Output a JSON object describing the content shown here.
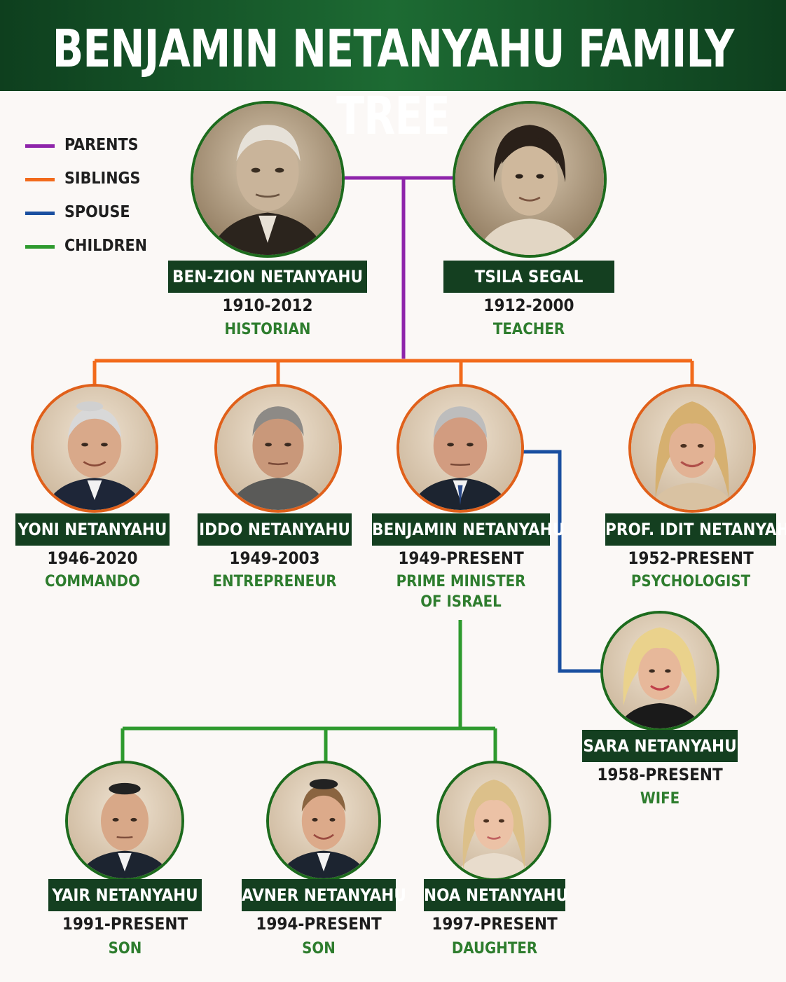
{
  "title": "BENJAMIN NETANYAHU FAMILY TREE",
  "colors": {
    "parents": "#8e24aa",
    "siblings": "#f26a1b",
    "spouse": "#1a4fa0",
    "children": "#2e9a2e",
    "name_bg": "#143f20",
    "role_text": "#2e7d2e"
  },
  "legend": [
    {
      "label": "PARENTS",
      "color": "#8e24aa"
    },
    {
      "label": "SIBLINGS",
      "color": "#f26a1b"
    },
    {
      "label": "SPOUSE",
      "color": "#1a4fa0"
    },
    {
      "label": "CHILDREN",
      "color": "#2e9a2e"
    }
  ],
  "people": {
    "benzion": {
      "name": "BEN-ZION NETANYAHU",
      "years": "1910-2012",
      "role": "HISTORIAN"
    },
    "tsila": {
      "name": "TSILA SEGAL",
      "years": "1912-2000",
      "role": "TEACHER"
    },
    "yoni": {
      "name": "YONI NETANYAHU",
      "years": "1946-2020",
      "role": "COMMANDO"
    },
    "iddo": {
      "name": "IDDO NETANYAHU",
      "years": "1949-2003",
      "role": "ENTREPRENEUR"
    },
    "benjamin": {
      "name": "BENJAMIN NETANYAHU",
      "years": "1949-PRESENT",
      "role_line1": "PRIME MINISTER",
      "role_line2": "OF ISRAEL"
    },
    "idit": {
      "name": "PROF. IDIT NETANYAHU",
      "years": "1952-PRESENT",
      "role": "PSYCHOLOGIST"
    },
    "sara": {
      "name": "SARA NETANYAHU",
      "years": "1958-PRESENT",
      "role": "WIFE"
    },
    "yair": {
      "name": "YAIR NETANYAHU",
      "years": "1991-PRESENT",
      "role": "SON"
    },
    "avner": {
      "name": "AVNER NETANYAHU",
      "years": "1994-PRESENT",
      "role": "SON"
    },
    "noa": {
      "name": "NOA NETANYAHU",
      "years": "1997-PRESENT",
      "role": "DAUGHTER"
    }
  }
}
